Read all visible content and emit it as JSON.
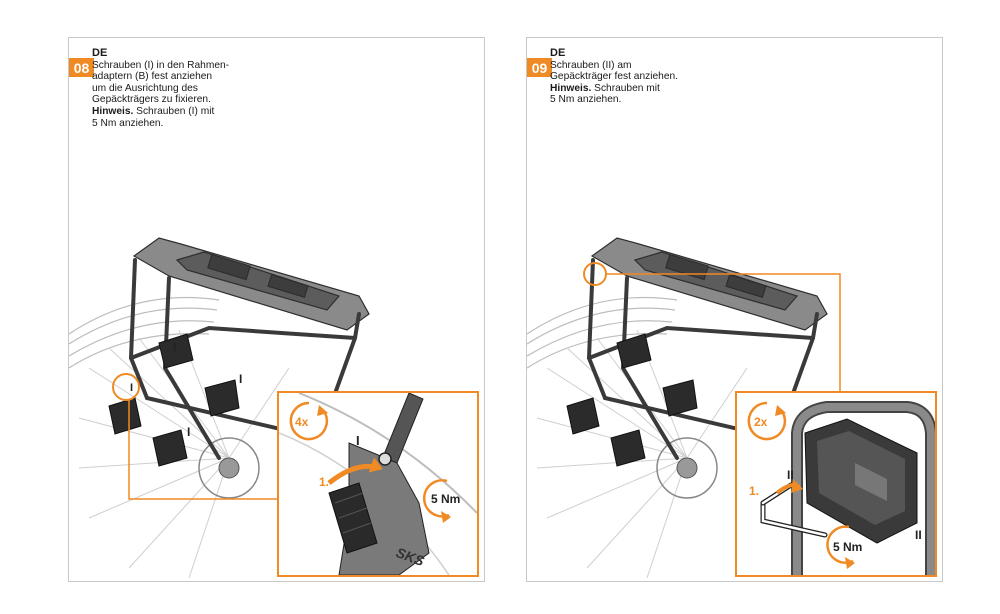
{
  "steps": [
    {
      "number": "08",
      "language": "DE",
      "lines": [
        "Schrauben (I) in den Rahmen-",
        "adaptern (B) fest anziehen",
        "um die Ausrichtung des",
        "Gepäckträgers zu fixieren."
      ],
      "hint_label": "Hinweis.",
      "hint_rest": " Schrauben (I) mit",
      "hint_line2": "5 Nm anziehen.",
      "labels": {
        "bolt_1": "I",
        "bolt_2": "I",
        "bolt_3": "I",
        "bolt_4": "I",
        "detail_bolt": "I",
        "rotations": "4x",
        "step": "1.",
        "torque": "5 Nm",
        "brand": "SKS"
      }
    },
    {
      "number": "09",
      "language": "DE",
      "lines": [
        "Schrauben (II) am",
        "Gepäckträger fest anziehen."
      ],
      "hint_label": "Hinweis.",
      "hint_rest": " Schrauben mit",
      "hint_line2": "5 Nm anziehen.",
      "labels": {
        "detail_bolt_1": "II",
        "detail_bolt_2": "II",
        "rotations": "2x",
        "step": "1.",
        "torque": "5 Nm"
      }
    }
  ],
  "colors": {
    "accent": "#f08a24",
    "line": "#3a3a3a",
    "frame_border": "#c8c8c8"
  },
  "icons": {
    "rotate": "rotate-arrow-icon",
    "wrench": "allen-key-icon"
  }
}
